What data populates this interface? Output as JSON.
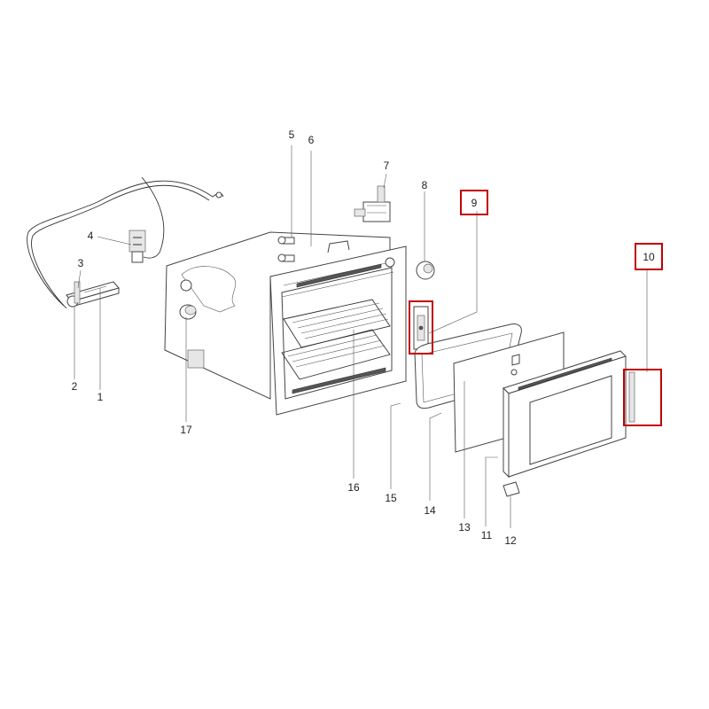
{
  "callouts": [
    {
      "id": "1",
      "text": "1"
    },
    {
      "id": "2",
      "text": "2"
    },
    {
      "id": "3",
      "text": "3"
    },
    {
      "id": "4",
      "text": "4"
    },
    {
      "id": "5",
      "text": "5"
    },
    {
      "id": "6",
      "text": "6"
    },
    {
      "id": "7",
      "text": "7"
    },
    {
      "id": "8",
      "text": "8"
    },
    {
      "id": "9",
      "text": "9",
      "highlighted": true
    },
    {
      "id": "10",
      "text": "10",
      "highlighted": true
    },
    {
      "id": "11",
      "text": "11"
    },
    {
      "id": "12",
      "text": "12"
    },
    {
      "id": "13",
      "text": "13"
    },
    {
      "id": "14",
      "text": "14"
    },
    {
      "id": "15",
      "text": "15"
    },
    {
      "id": "16",
      "text": "16"
    },
    {
      "id": "17",
      "text": "17"
    }
  ],
  "highlight_color": "#c00000"
}
